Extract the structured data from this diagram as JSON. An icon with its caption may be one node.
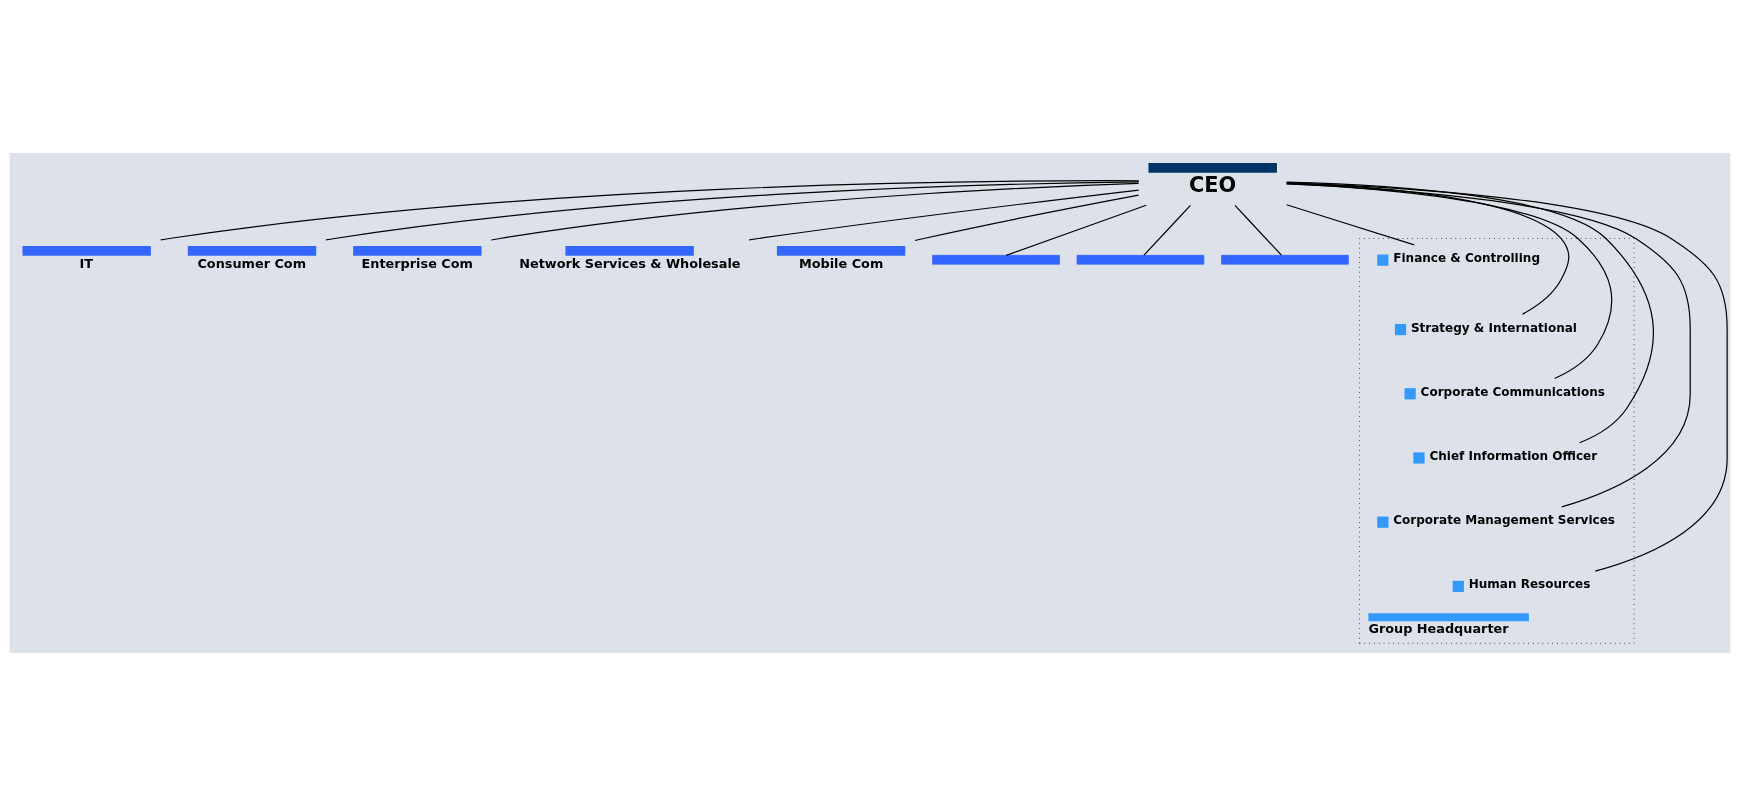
{
  "diagram": {
    "nodes": [
      {
        "text": [
          "CEO"
        ]
      },
      {
        "text": [
          "Group Headquarter"
        ]
      },
      {
        "text": [
          "Finance & Controlling"
        ],
        "in": 1
      },
      {
        "text": [
          "Strategy & International"
        ],
        "in": 1
      },
      {
        "text": [
          "Corporate Communications"
        ],
        "in": 1
      },
      {
        "text": [
          "Chief Information Officer"
        ],
        "in": 1
      },
      {
        "text": [
          "Corporate Management Services"
        ],
        "in": 1
      },
      {
        "text": [
          "Human Resources"
        ],
        "in": 1
      },
      {
        "text": [
          "IT"
        ]
      },
      {
        "text": [
          "Consumer Com"
        ]
      },
      {
        "text": [
          "Enterprise Com"
        ]
      },
      {
        "text": [
          "Network Services & Wholesale"
        ]
      },
      {
        "text": [
          "Mobile Com"
        ]
      },
      {
        "text": [],
        "shape": "bar"
      },
      {
        "text": [],
        "shape": "bar"
      },
      {
        "text": [],
        "shape": "bar"
      }
    ],
    "edges": [
      {
        "from": 0,
        "to": 2,
        "arrow": "none"
      },
      {
        "from": 0,
        "to": 3,
        "arrow": "none"
      },
      {
        "from": 0,
        "to": 4,
        "arrow": "none"
      },
      {
        "from": 0,
        "to": 5,
        "arrow": "none"
      },
      {
        "from": 0,
        "to": 6,
        "arrow": "none"
      },
      {
        "from": 0,
        "to": 7,
        "arrow": "none"
      },
      {
        "from": 0,
        "to": 8,
        "arrow": "none"
      },
      {
        "from": 0,
        "to": 9,
        "arrow": "none"
      },
      {
        "from": 0,
        "to": 10,
        "arrow": "none"
      },
      {
        "from": 0,
        "to": 11,
        "arrow": "none"
      },
      {
        "from": 0,
        "to": 12,
        "arrow": "none"
      },
      {
        "from": 0,
        "to": 13,
        "arrow": "none"
      },
      {
        "from": 0,
        "to": 14,
        "arrow": "none"
      },
      {
        "from": 0,
        "to": 15,
        "arrow": "none"
      }
    ]
  }
}
